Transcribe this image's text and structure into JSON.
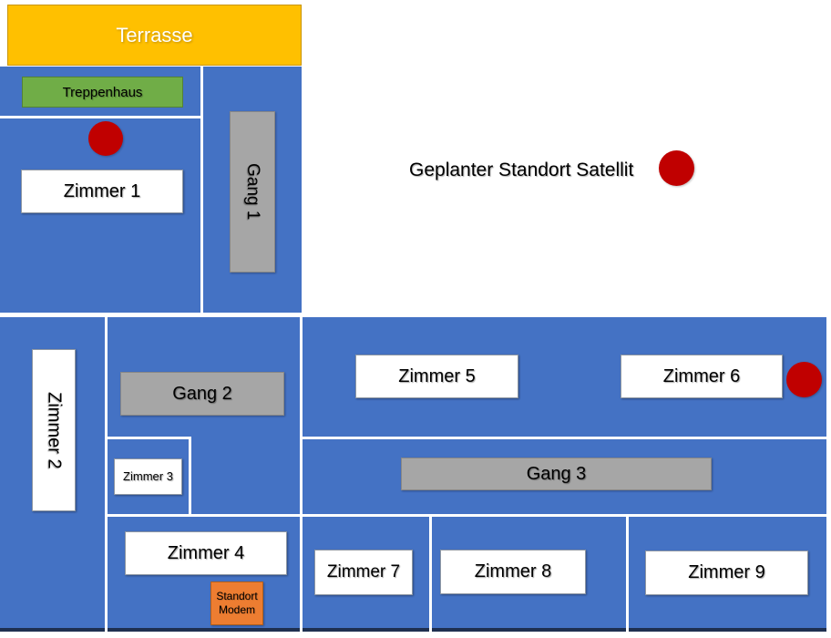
{
  "colors": {
    "wing_blue": "#4472C4",
    "terrace_orange": "#FFC000",
    "stairwell_green": "#70AD47",
    "corridor_gray": "#A6A6A6",
    "marker_red": "#C00000",
    "modem_orange": "#ED7D31",
    "wall_white": "#FFFFFF"
  },
  "floorplan": {
    "terrace": {
      "label": "Terrasse"
    },
    "stairwell": {
      "label": "Treppenhaus"
    },
    "corridors": [
      {
        "label": "Gang 1"
      },
      {
        "label": "Gang 2"
      },
      {
        "label": "Gang 3"
      }
    ],
    "rooms": [
      {
        "label": "Zimmer 1"
      },
      {
        "label": "Zimmer 2"
      },
      {
        "label": "Zimmer 3"
      },
      {
        "label": "Zimmer 4"
      },
      {
        "label": "Zimmer 5"
      },
      {
        "label": "Zimmer 6"
      },
      {
        "label": "Zimmer 7"
      },
      {
        "label": "Zimmer 8"
      },
      {
        "label": "Zimmer 9"
      }
    ],
    "modem": {
      "label": "Standort Modem"
    },
    "legend": {
      "text": "Geplanter Standort Satellit"
    },
    "marker_count": 3
  }
}
